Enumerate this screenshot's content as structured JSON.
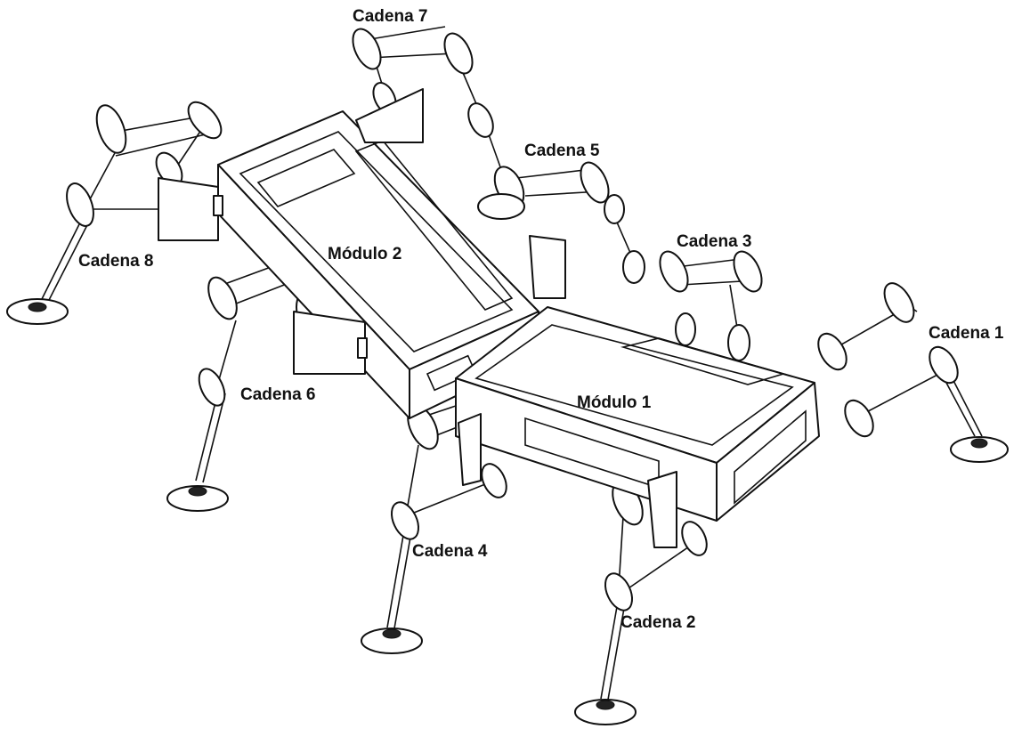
{
  "figure": {
    "modules": [
      {
        "id": "m1",
        "label": "Módulo 1"
      },
      {
        "id": "m2",
        "label": "Módulo 2"
      }
    ],
    "chains": [
      {
        "id": "c1",
        "label": "Cadena 1"
      },
      {
        "id": "c2",
        "label": "Cadena 2"
      },
      {
        "id": "c3",
        "label": "Cadena 3"
      },
      {
        "id": "c4",
        "label": "Cadena 4"
      },
      {
        "id": "c5",
        "label": "Cadena 5"
      },
      {
        "id": "c6",
        "label": "Cadena 6"
      },
      {
        "id": "c7",
        "label": "Cadena 7"
      },
      {
        "id": "c8",
        "label": "Cadena 8"
      }
    ]
  },
  "colors": {
    "line": "#111111",
    "fill": "#ffffff",
    "background": "#ffffff"
  }
}
